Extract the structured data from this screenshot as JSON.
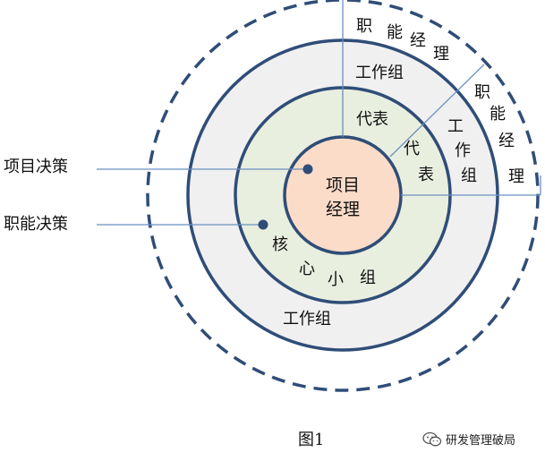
{
  "diagram": {
    "outer_ring": {
      "label_chars": [
        "职",
        "能",
        "经",
        "理"
      ]
    },
    "workgroup_ring": {
      "top_label": "工作组",
      "bottom_label": "工作组",
      "right_label_chars": [
        "工",
        "作",
        "组"
      ],
      "right_outer_chars": [
        "职",
        "能",
        "经",
        "理"
      ]
    },
    "core_ring": {
      "top_label": "代表",
      "right_label_chars": [
        "代",
        "表"
      ],
      "arc_label_chars": [
        "核",
        "心",
        "小",
        "组"
      ]
    },
    "center": {
      "line1": "项目",
      "line2": "经理"
    },
    "callouts": [
      {
        "label": "项目决策"
      },
      {
        "label": "职能决策"
      }
    ]
  },
  "caption": "图1",
  "watermark": {
    "text": "研发管理破局",
    "icon": "wechat-icon"
  },
  "colors": {
    "outline": "#2f4d78",
    "outer_fill": "#f0f0f0",
    "core_fill": "#e9efdf",
    "center_fill": "#fbdcc8",
    "divider": "#6b8fc0"
  }
}
